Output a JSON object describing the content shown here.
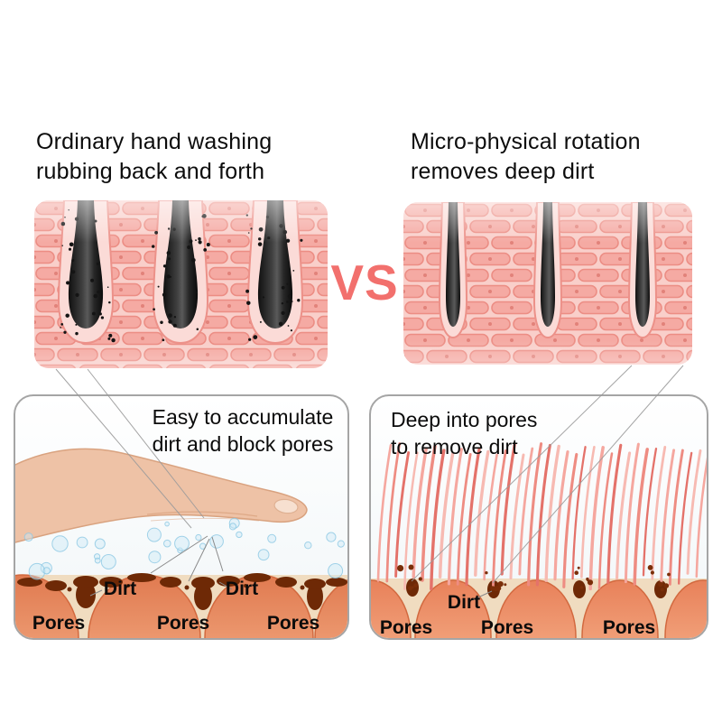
{
  "headings": {
    "left": {
      "line1": "Ordinary hand washing",
      "line2": "rubbing back and forth"
    },
    "right": {
      "line1": "Micro-physical rotation",
      "line2": "removes deep dirt"
    }
  },
  "vs_label": "VS",
  "left_card": {
    "caption_line1": "Easy to accumulate",
    "caption_line2": "dirt and block pores",
    "dirt_label_1": "Dirt",
    "dirt_label_2": "Dirt",
    "pores_label_1": "Pores",
    "pores_label_2": "Pores",
    "pores_label_3": "Pores"
  },
  "right_card": {
    "caption_line1": "Deep into pores",
    "caption_line2": "to remove dirt",
    "dirt_label_1": "Dirt",
    "pores_label_1": "Pores",
    "pores_label_2": "Pores",
    "pores_label_3": "Pores"
  },
  "colors": {
    "vs_text": "#f2706d",
    "skin_brick": "#f5aaa3",
    "brick_outline": "#ec8d84",
    "follicle_dark": "#1a1a1a",
    "follicle_wall": "#fbdbd7",
    "pore_bump": "#e8825c",
    "pore_wall_cream": "#f0dcc0",
    "dirt_brown": "#6e2906",
    "bristle_pink": "#ee8c82",
    "hand_skin": "#eec2a6",
    "text_black": "#0c0c0c"
  }
}
